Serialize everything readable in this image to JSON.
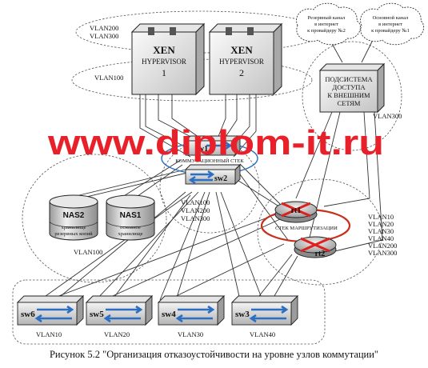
{
  "hypervisors": [
    {
      "line1": "XEN",
      "line2": "HYPERVISOR",
      "num": "1"
    },
    {
      "line1": "XEN",
      "line2": "HYPERVISOR",
      "num": "2"
    }
  ],
  "vlans": {
    "top_pair": [
      "VLAN200",
      "VLAN300"
    ],
    "hyper_mid": "VLAN100",
    "access_sub": "VLAN300",
    "nas_area": "VLAN100",
    "core_stack": [
      "VLAN100",
      "VLAN200",
      "VLAN300"
    ],
    "rt_list": [
      "VLAN10",
      "VLAN20",
      "VLAN30",
      "VLAN40",
      "VLAN200",
      "VLAN300"
    ],
    "edge": [
      "VLAN10",
      "VLAN20",
      "VLAN30",
      "VLAN40"
    ]
  },
  "clouds": [
    {
      "lines": [
        "Резервный канал",
        "в интернет",
        "к провайдеру №2"
      ]
    },
    {
      "lines": [
        "Основной канал",
        "в интернет",
        "к провайдеру №1"
      ]
    }
  ],
  "access": {
    "lines": [
      "ПОДСИСТЕМА",
      "ДОСТУПА",
      "К ВНЕШНИМ",
      "СЕТЯМ"
    ]
  },
  "nas": [
    {
      "name": "NAS2",
      "desc": [
        "хранилище",
        "резервных копий"
      ]
    },
    {
      "name": "NAS1",
      "desc": [
        "основное",
        "хранилище"
      ]
    }
  ],
  "switch_stack": {
    "top_label": "sw1",
    "label": "КОММУТАЦИОННЫЙ СТЕК",
    "bottom_label": "sw2"
  },
  "router_stack": {
    "r1": "rt1",
    "label": "СТЕК МАРШРУТИЗАЦИИ",
    "r2": "rt2"
  },
  "edge_switches": [
    "sw6",
    "sw5",
    "sw4",
    "sw3"
  ],
  "watermark": "www.diplom-it.ru",
  "caption": "Рисунок 5.2 \"Организация отказоустойчивости на уровне узлов коммутации\"",
  "colors": {
    "watermark": "#e8202a",
    "arrow_blue": "#2a6fc4",
    "router_x": "#e0201c",
    "router_ring": "#c8301c"
  }
}
